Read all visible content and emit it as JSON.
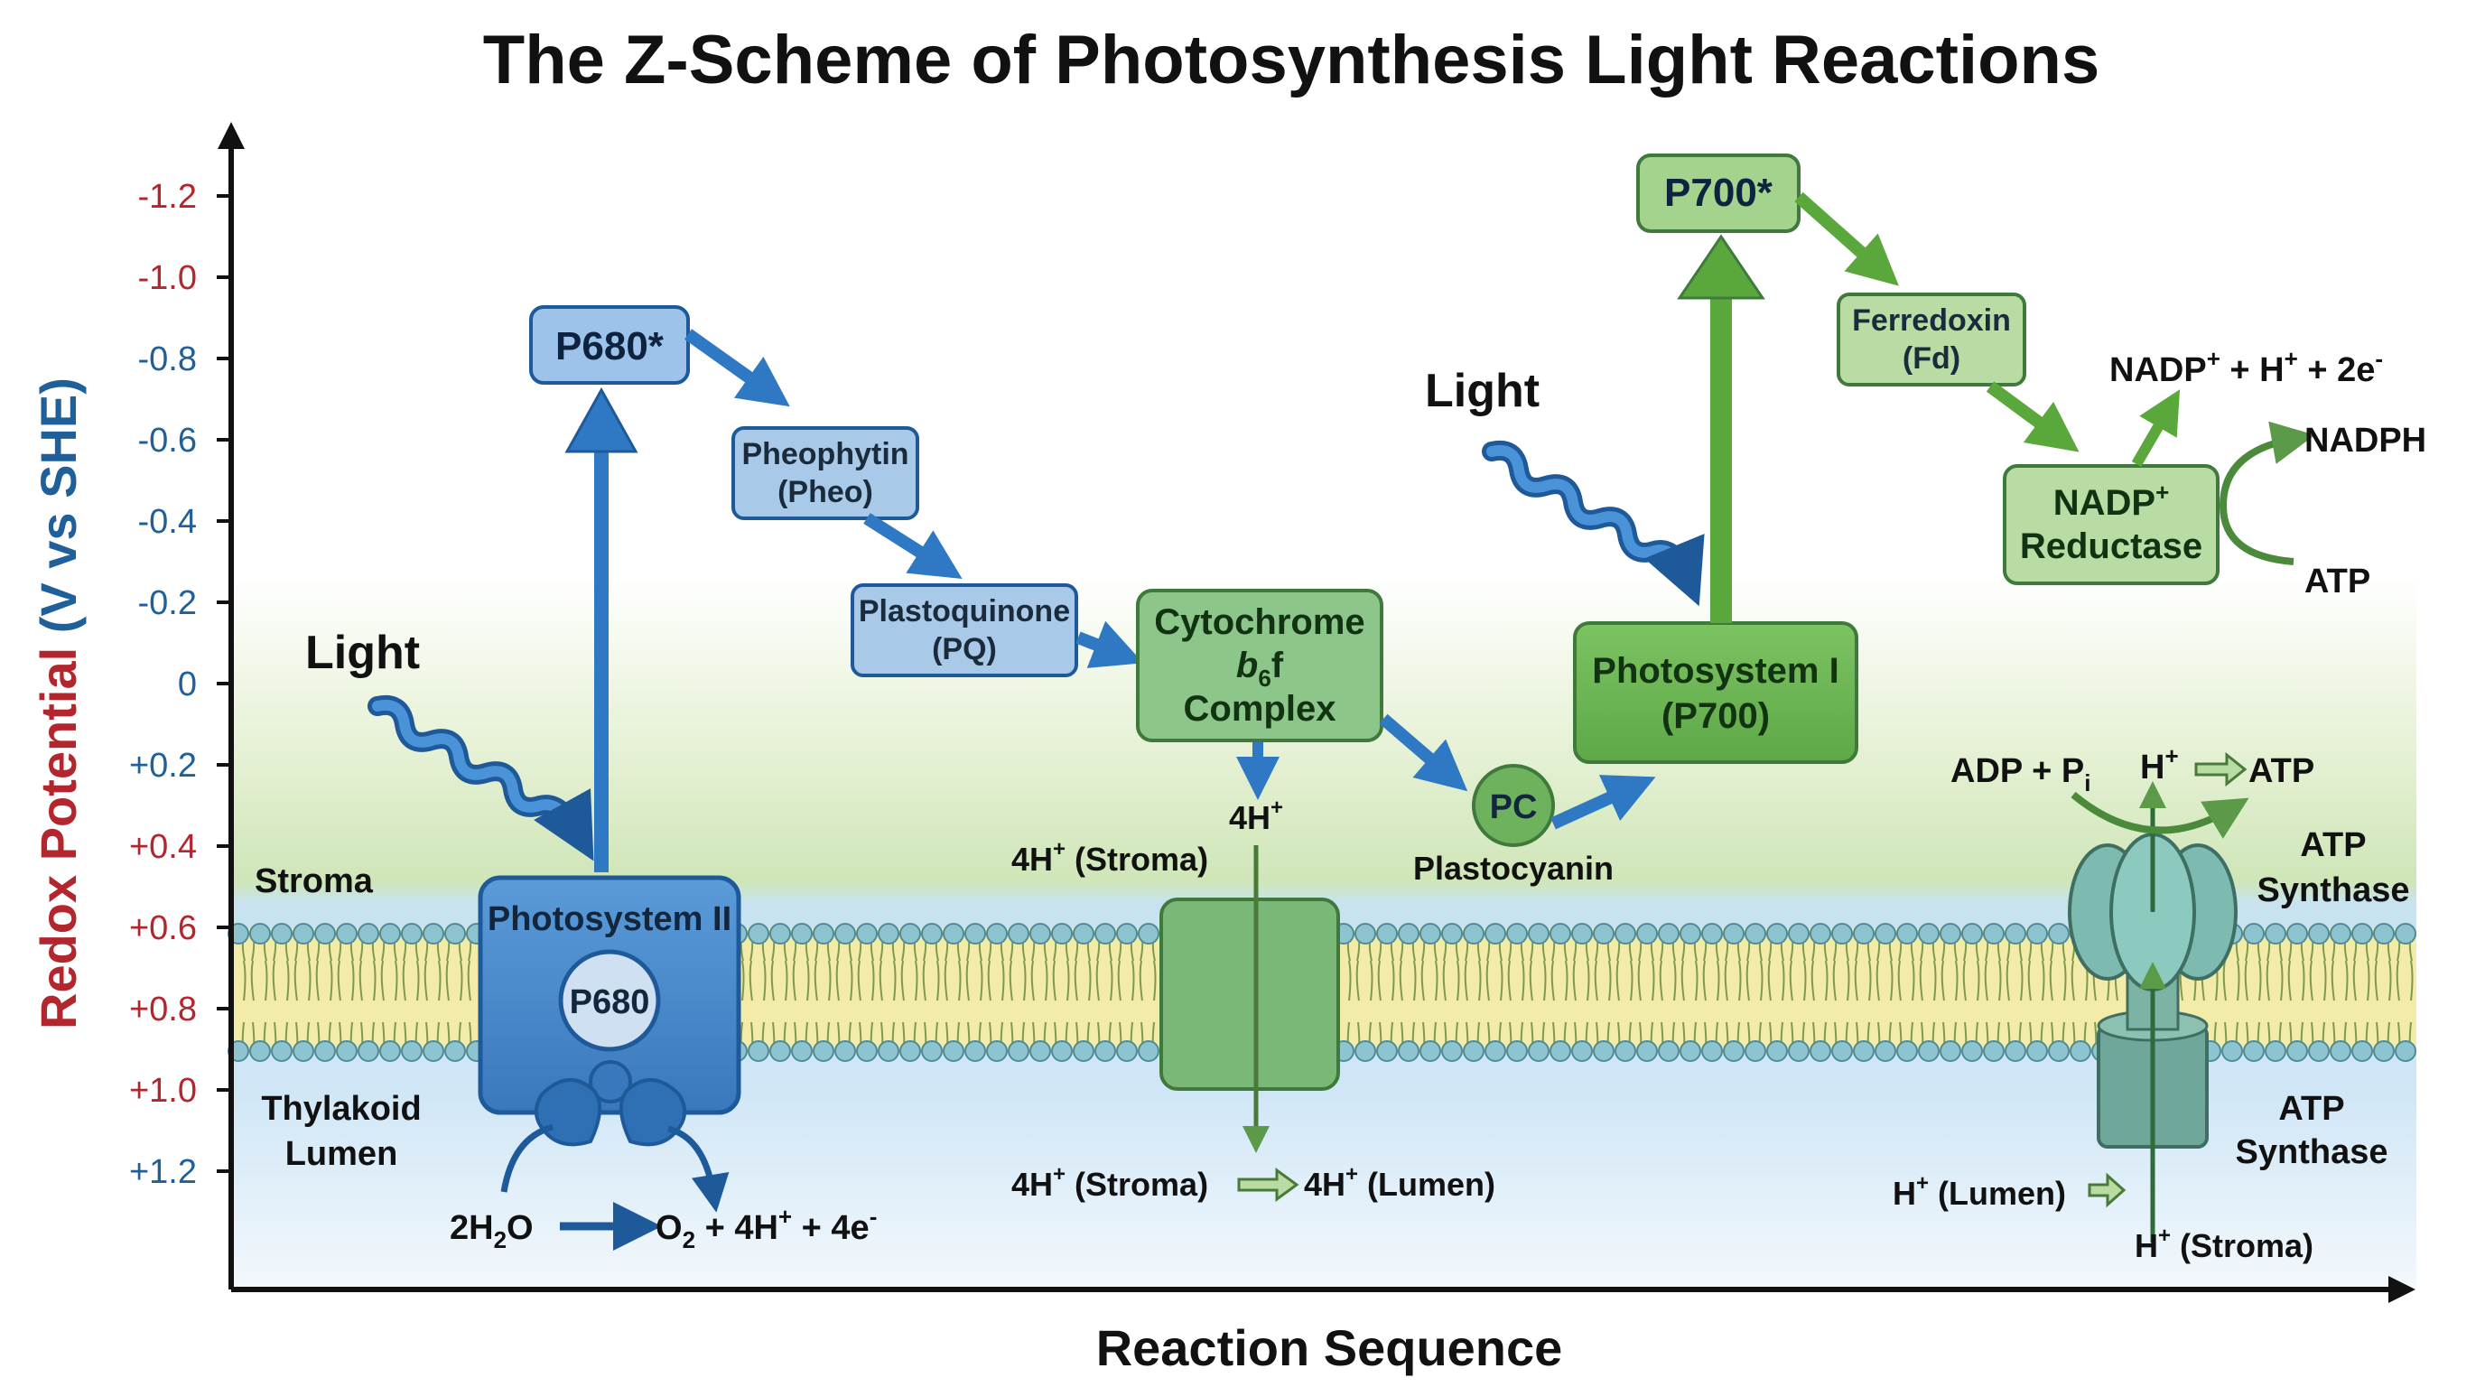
{
  "title": "The Z-Scheme of Photosynthesis Light Reactions",
  "axes": {
    "y_label_part1": "Redox Potential ",
    "y_label_part2": "(V vs SHE)",
    "x_label": "Reaction Sequence",
    "y_ticks": [
      {
        "label": "-1.2",
        "value": -1.2,
        "color": "#b3262e"
      },
      {
        "label": "-1.0",
        "value": -1.0,
        "color": "#b3262e"
      },
      {
        "label": "-0.8",
        "value": -0.8,
        "color": "#1f5f9a"
      },
      {
        "label": "-0.6",
        "value": -0.6,
        "color": "#1f5f9a"
      },
      {
        "label": "-0.4",
        "value": -0.4,
        "color": "#1f5f9a"
      },
      {
        "label": "-0.2",
        "value": -0.2,
        "color": "#1f5f9a"
      },
      {
        "label": "0",
        "value": 0,
        "color": "#1f5f9a"
      },
      {
        "label": "+0.2",
        "value": 0.2,
        "color": "#1f5f9a"
      },
      {
        "label": "+0.4",
        "value": 0.4,
        "color": "#b3262e"
      },
      {
        "label": "+0.6",
        "value": 0.6,
        "color": "#b3262e"
      },
      {
        "label": "+0.8",
        "value": 0.8,
        "color": "#b3262e"
      },
      {
        "label": "+1.0",
        "value": 1.0,
        "color": "#b3262e"
      },
      {
        "label": "+1.2",
        "value": 1.2,
        "color": "#1f5f9a"
      }
    ]
  },
  "regions": {
    "stroma": "Stroma",
    "lumen_line1": "Thylakoid",
    "lumen_line2": "Lumen"
  },
  "light_labels": {
    "psii": "Light",
    "psi": "Light"
  },
  "psii": {
    "box_label": "Photosystem II",
    "reaction_center": "P680",
    "excited": "P680*",
    "water_left": "2H",
    "water_sub": "2",
    "water_right": "O",
    "products_o": "O",
    "products_o_sub": "2",
    "products_rest": " + 4H",
    "products_sup": "+",
    "products_e": " + 4e",
    "products_e_sup": "-"
  },
  "carriers": {
    "pheo_line1": "Pheophytin",
    "pheo_line2": "(Pheo)",
    "pq_line1": "Plastoquinone",
    "pq_line2": "(PQ)",
    "cyt_line1": "Cytochrome",
    "cyt_line2_b": "b",
    "cyt_line2_sub": "6",
    "cyt_line2_f": "f",
    "cyt_line3": "Complex",
    "pc_abbrev": "PC",
    "pc_name": "Plastocyanin",
    "fd_line1": "Ferredoxin",
    "fd_line2": "(Fd)",
    "nr_line1": "NADP",
    "nr_line1_sup": "+",
    "nr_line2": "Reductase"
  },
  "psi": {
    "box_line1": "Photosystem I",
    "box_line2": "(P700)",
    "excited": "P700*"
  },
  "cytochrome_protons": {
    "top_count": "4H",
    "top_sup": "+",
    "stroma_label": "4H",
    "stroma_sup": "+",
    "stroma_paren": " (Stroma)",
    "bottom_left": "4H",
    "bottom_left_sup": "+",
    "bottom_left_paren": " (Stroma)",
    "bottom_right": "4H",
    "bottom_right_sup": "+",
    "bottom_right_paren": " (Lumen)"
  },
  "nadp": {
    "reactants": "NADP",
    "reactants_sup1": "+",
    "reactants_mid": " + H",
    "reactants_sup2": "+",
    "reactants_end": " + 2e",
    "reactants_sup3": "-",
    "product": "NADPH",
    "atp": "ATP"
  },
  "atp_synthase": {
    "label_top_line1": "ATP",
    "label_top_line2": "Synthase",
    "label_bottom_line1": "ATP",
    "label_bottom_line2": "Synthase",
    "adp": "ADP + P",
    "adp_sub": "i",
    "hplus_top": "H",
    "hplus_top_sup": "+",
    "atp_top": "ATP",
    "lumen_h": "H",
    "lumen_h_sup": "+",
    "lumen_paren": " (Lumen)",
    "stroma_h": "H",
    "stroma_h_sup": "+",
    "stroma_paren": " (Stroma)"
  },
  "colors": {
    "psii_blue": "#3f83c9",
    "carrier_blue": "#a9c9e8",
    "arrow_blue": "#2f78c4",
    "psi_green": "#6ab650",
    "carrier_green": "#b9dca4",
    "arrow_green": "#5aa83c",
    "membrane_teal": "#8ec4cf",
    "lipid_yellow": "#f3eba8",
    "tick_red": "#b3262e",
    "tick_blue": "#1f5f9a"
  }
}
